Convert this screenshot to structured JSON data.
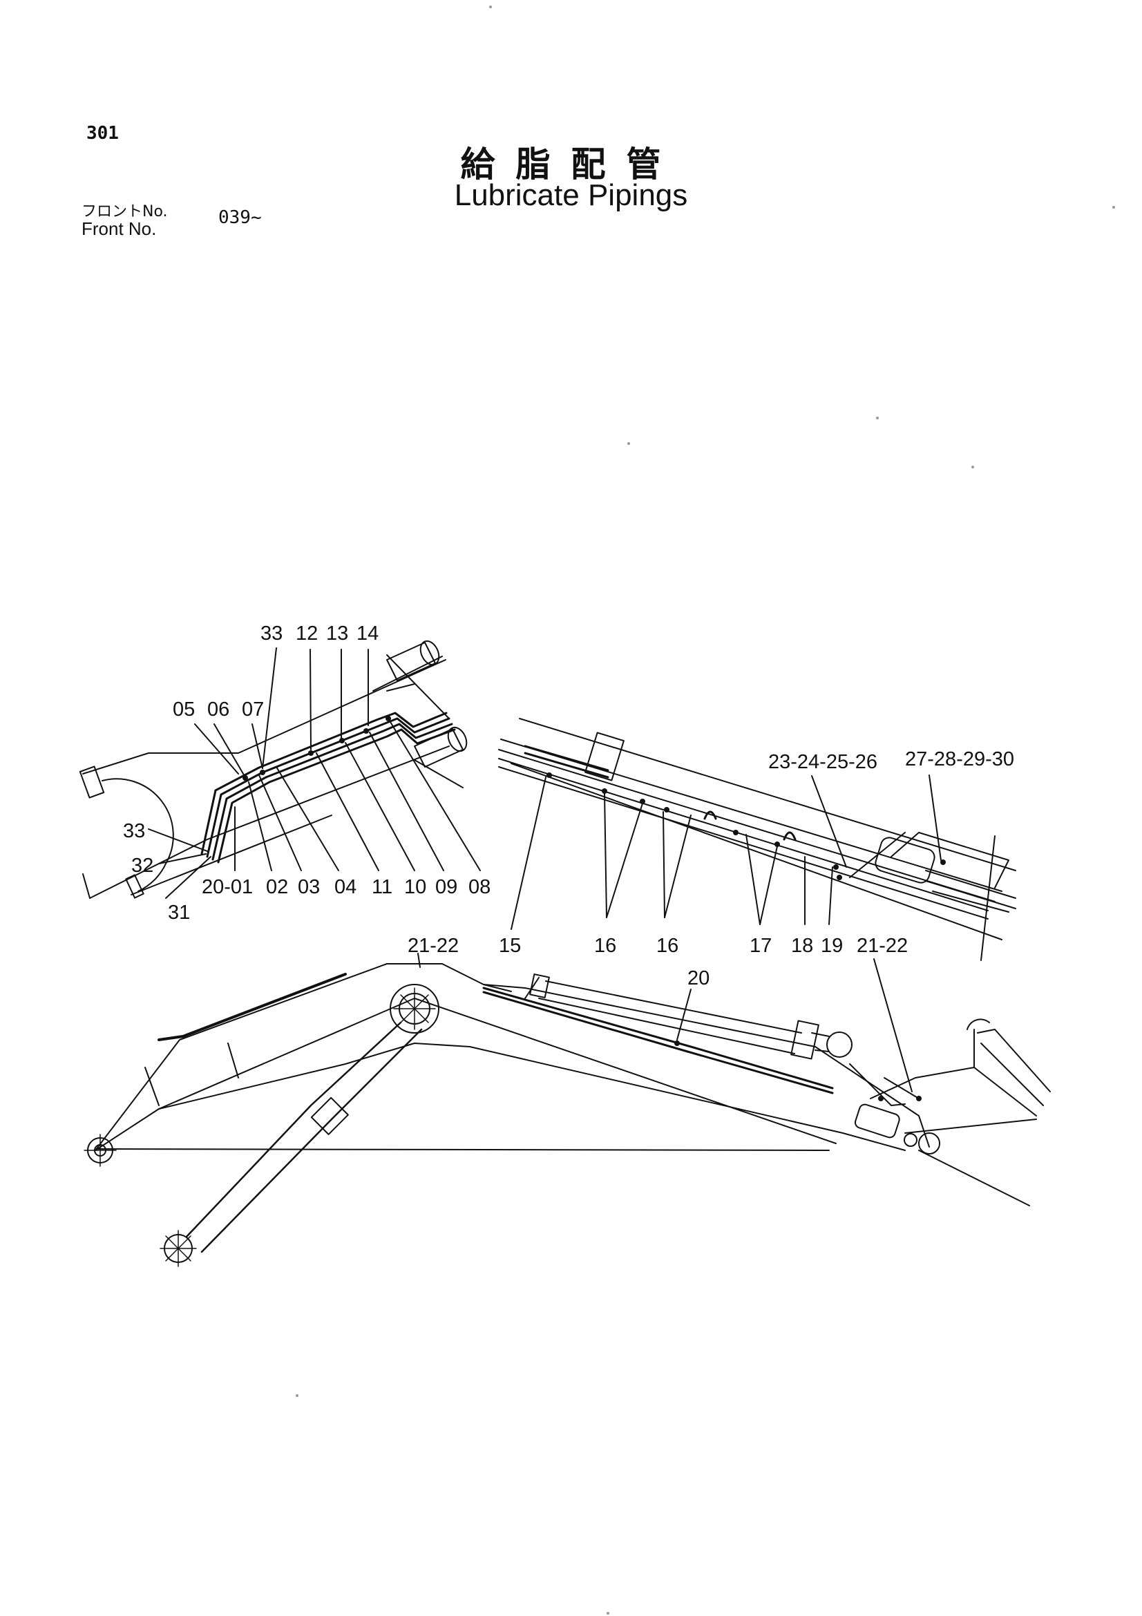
{
  "header": {
    "page_number": "301",
    "title_ja": "給脂配管",
    "title_en": "Lubricate Pipings",
    "front_label_ja": "フロントNo.",
    "front_label_en": "Front   No.",
    "front_value": "039~"
  },
  "callouts": {
    "c33a": "33",
    "c12": "12",
    "c13": "13",
    "c14": "14",
    "c05": "05",
    "c06": "06",
    "c07": "07",
    "c33b": "33",
    "c32": "32",
    "c31": "31",
    "c2001": "20-01",
    "c02": "02",
    "c03": "03",
    "c04": "04",
    "c11": "11",
    "c10": "10",
    "c09": "09",
    "c08": "08",
    "c23": "23-24-25-26",
    "c27": "27-28-29-30",
    "c15": "15",
    "c16a": "16",
    "c16b": "16",
    "c17": "17",
    "c18": "18",
    "c19": "19",
    "c2122a": "21-22",
    "c2122b": "21-22",
    "c20": "20"
  },
  "colors": {
    "ink": "#111111",
    "paper": "#ffffff"
  }
}
